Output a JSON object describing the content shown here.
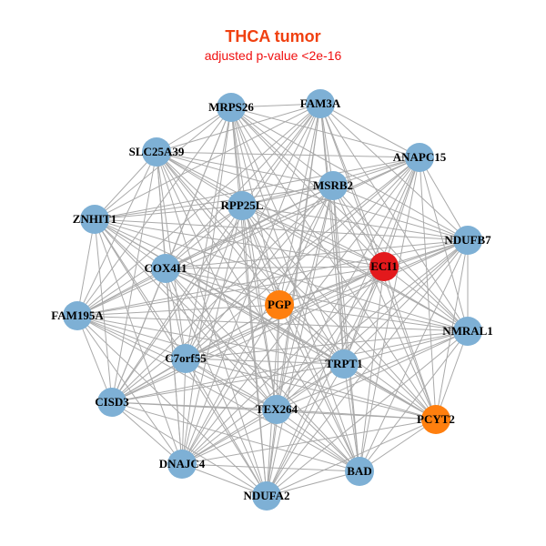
{
  "title": "THCA tumor",
  "subtitle": "adjusted p-value <2e-16",
  "colors": {
    "default": "#7eb0d5",
    "red": "#e3191c",
    "orange": "#ff7f0e",
    "edge": "#aaaaaa"
  },
  "edge_mode": "complete",
  "nodes": [
    {
      "label": "MRPS26",
      "color": "default"
    },
    {
      "label": "FAM3A",
      "color": "default"
    },
    {
      "label": "ANAPC15",
      "color": "default"
    },
    {
      "label": "SLC25A39",
      "color": "default"
    },
    {
      "label": "MSRB2",
      "color": "default"
    },
    {
      "label": "RPP25L",
      "color": "default"
    },
    {
      "label": "ZNHIT1",
      "color": "default"
    },
    {
      "label": "NDUFB7",
      "color": "default"
    },
    {
      "label": "COX4I1",
      "color": "default"
    },
    {
      "label": "ECI1",
      "color": "red"
    },
    {
      "label": "PGP",
      "color": "orange"
    },
    {
      "label": "FAM195A",
      "color": "default"
    },
    {
      "label": "NMRAL1",
      "color": "default"
    },
    {
      "label": "C7orf55",
      "color": "default"
    },
    {
      "label": "TRPT1",
      "color": "default"
    },
    {
      "label": "CISD3",
      "color": "default"
    },
    {
      "label": "TEX264",
      "color": "default"
    },
    {
      "label": "PCYT2",
      "color": "orange"
    },
    {
      "label": "DNAJC4",
      "color": "default"
    },
    {
      "label": "BAD",
      "color": "default"
    },
    {
      "label": "NDUFA2",
      "color": "default"
    }
  ]
}
